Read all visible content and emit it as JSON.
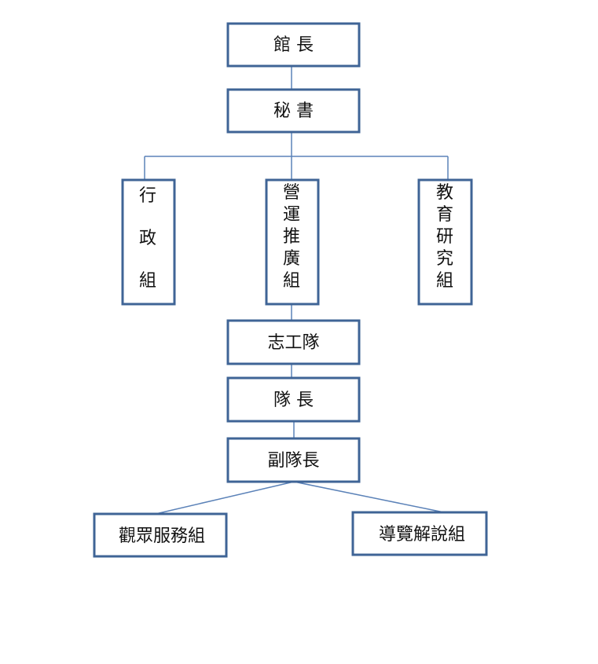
{
  "nodes": {
    "director": {
      "label": "館 長"
    },
    "secretary": {
      "label": "秘 書"
    },
    "admin": {
      "label": "行\n\n政\n\n組"
    },
    "marketing": {
      "label": "營\n運\n推\n廣\n組"
    },
    "education": {
      "label": "教\n育\n研\n究\n組"
    },
    "volunteers": {
      "label": "志工隊"
    },
    "captain": {
      "label": "隊 長"
    },
    "vice": {
      "label": "副隊長"
    },
    "visitor": {
      "label": "觀眾服務組"
    },
    "guide": {
      "label": "導覽解說組"
    }
  },
  "edges": [
    [
      "director",
      "secretary"
    ],
    [
      "secretary",
      "admin"
    ],
    [
      "secretary",
      "marketing"
    ],
    [
      "secretary",
      "education"
    ],
    [
      "marketing",
      "volunteers"
    ],
    [
      "volunteers",
      "captain"
    ],
    [
      "captain",
      "vice"
    ],
    [
      "vice",
      "visitor"
    ],
    [
      "vice",
      "guide"
    ]
  ],
  "colors": {
    "box_border": "#3f6496",
    "connector": "#5b82b8",
    "text": "#111111"
  }
}
